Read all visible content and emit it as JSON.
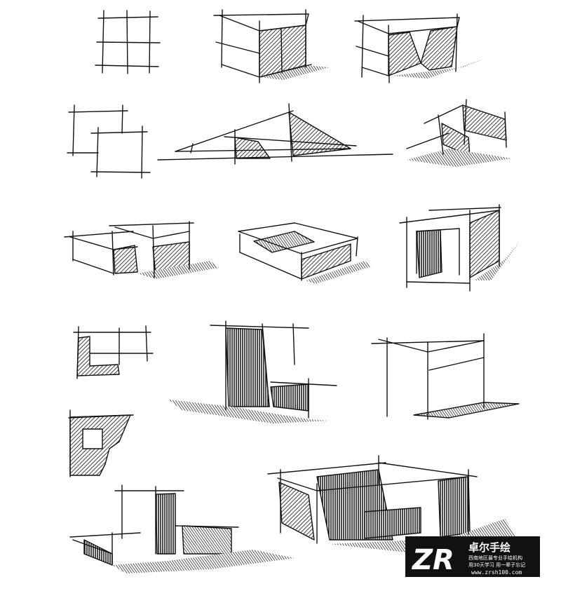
{
  "colors": {
    "paper": "#ffffff",
    "ink": "#111111",
    "logo_bg": "#111111",
    "logo_fg": "#ffffff"
  },
  "watermark": {
    "brand_mark": "ZR",
    "brand_name": "卓尔手绘",
    "tagline": "西南地区最专业手绘机构",
    "slogan": "用30天学习 用一辈子忘记",
    "url": "www.zrsh100.com"
  }
}
